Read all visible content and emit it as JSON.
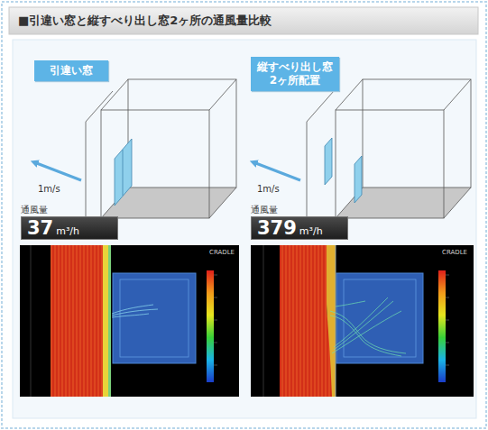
{
  "diagram": {
    "title": "■引違い窓と縦すべり出し窓2ヶ所の通風量比較",
    "nodes": [
      {
        "text": [
          "引違い窓"
        ]
      },
      {
        "text": [
          "縦すべり出し窓 2ヶ所配置"
        ]
      },
      {
        "text": [
          "通風量",
          "37",
          "m³/h"
        ]
      },
      {
        "text": [
          "通風量",
          "379",
          "m³/h"
        ]
      }
    ],
    "labels": [
      "1m/s",
      "1m/s",
      "CRADLE",
      "CRADLE"
    ]
  }
}
